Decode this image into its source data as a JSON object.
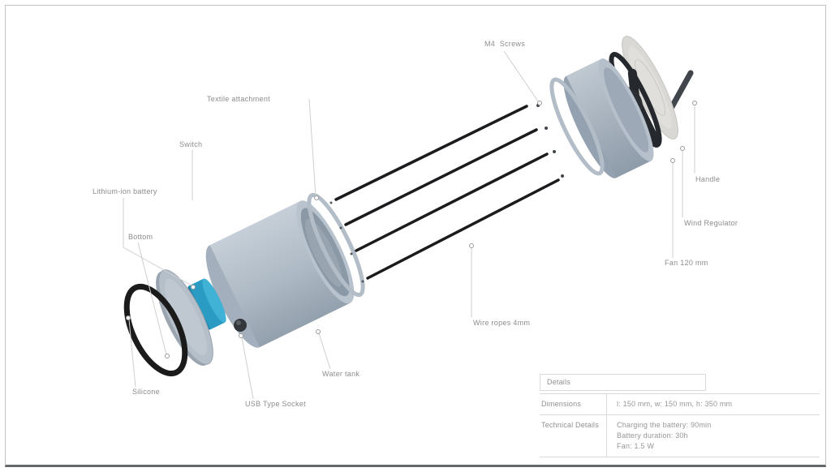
{
  "part_labels": {
    "m4_screws": "M4  Screws",
    "textile_attachment": "Textile attachment",
    "switch": "Switch",
    "lithium_ion_battery": "Lithium-ion battery",
    "bottom": "Bottom",
    "silicone": "Silicone",
    "usb_type_socket": "USB Type Socket",
    "water_tank": "Water tank",
    "wire_ropes": "Wire ropes 4mm",
    "fan": "Fan 120 mm",
    "wind_regulator": "Wind Regulator",
    "handle": "Handle"
  },
  "details": {
    "title": "Details",
    "dimensions_label": "Dimensions",
    "dimensions_value": "l: 150 mm, w: 150 mm, h: 350 mm",
    "technical_label": "Technical Details",
    "technical_lines": [
      "Charging the battery: 90min",
      "Battery duration: 30h",
      "Fan: 1.5 W"
    ]
  },
  "colors": {
    "battery_blue": "#2a9cc4",
    "battery_blue_light": "#3fb2d6",
    "battery_blue_dark": "#1d7fa6",
    "tank_gray": "#aab6c2",
    "silicone_black": "#1b1b1b",
    "fan_black": "#25282c",
    "regulator_gray": "#d9d8d4",
    "label_text": "#8c8c8c",
    "leader_line": "#cfcfcf"
  }
}
